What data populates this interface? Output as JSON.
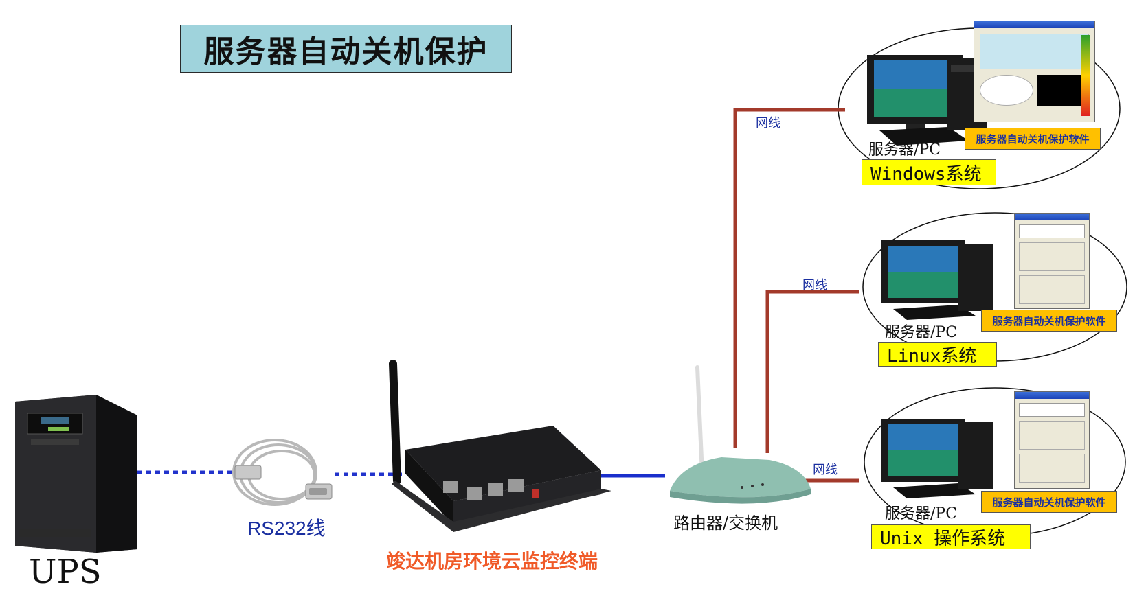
{
  "title": "服务器自动关机保护",
  "ups": {
    "label": "UPS"
  },
  "cable": {
    "label": "RS232线"
  },
  "device": {
    "label": "竣达机房环境云监控终端"
  },
  "router": {
    "label": "路由器/交换机"
  },
  "network_label": "网线",
  "servers": [
    {
      "pc_label": "服务器/PC",
      "os": "Windows系统",
      "software": "服务器自动关机保护软件"
    },
    {
      "pc_label": "服务器/PC",
      "os": "Linux系统",
      "software": "服务器自动关机保护软件"
    },
    {
      "pc_label": "服务器/PC",
      "os": "Unix 操作系统",
      "software": "服务器自动关机保护软件"
    }
  ],
  "colors": {
    "title_bg": "#9fd3dc",
    "cable_network": "#a33a2b",
    "dotted_serial": "#2233cc",
    "os_bg": "#ffff00",
    "software_bg": "#ffc000",
    "device_label": "#f05a28"
  }
}
